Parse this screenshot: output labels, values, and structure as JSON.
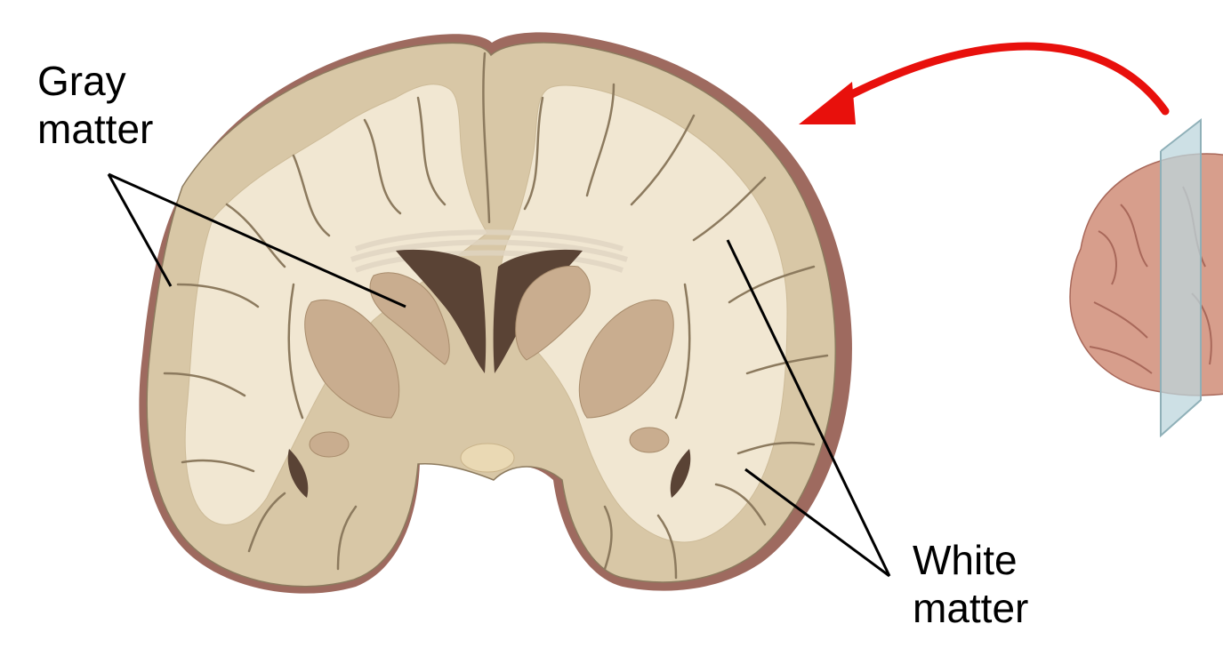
{
  "labels": {
    "gray_matter": {
      "line1": "Gray",
      "line2": "matter"
    },
    "white_matter": {
      "line1": "White",
      "line2": "matter"
    }
  },
  "colors": {
    "gray_matter": "#d8c7a6",
    "gray_matter_outline": "#8c7a5e",
    "white_matter": "#f1e7d2",
    "meninges": "#9e6a5f",
    "ventricle": "#5a4335",
    "basal_ganglia": "#c9ad8f",
    "leader_line": "#000000",
    "arrow": "#e8100c",
    "side_brain": "#d79e8c",
    "plane": "#bcd5dc"
  }
}
